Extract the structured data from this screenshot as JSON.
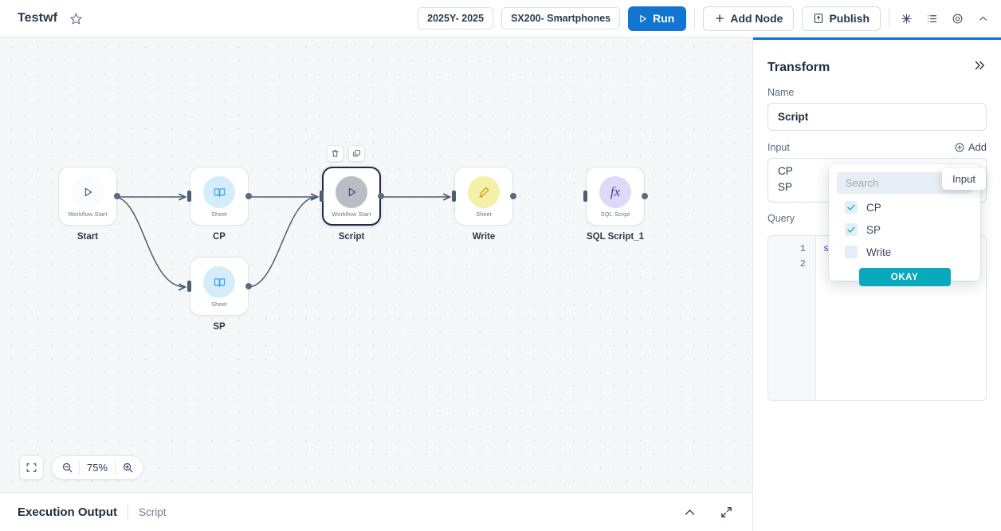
{
  "topbar": {
    "workflow_title": "Testwf",
    "star_icon": "star-outline-icon",
    "period_pill": "2025Y- 2025",
    "scenario_pill": "SX200- Smartphones",
    "run_label": "Run",
    "run_icon": "play-icon",
    "add_node_label": "Add Node",
    "add_node_icon": "plus-icon",
    "publish_label": "Publish",
    "publish_icon": "publish-icon",
    "icons": [
      "snowflake-icon",
      "list-icon",
      "eye-icon",
      "chevron-up-icon"
    ],
    "accent_color": "#1275d1"
  },
  "canvas": {
    "nodes": [
      {
        "id": "start",
        "type_label": "Workflow Start",
        "label": "Start",
        "icon": "play-icon",
        "circle_color": "#fafbfc",
        "selected": false
      },
      {
        "id": "cp",
        "type_label": "Sheet",
        "label": "CP",
        "icon": "book-icon",
        "circle_color": "#d5ecfb",
        "selected": false
      },
      {
        "id": "sp",
        "type_label": "Sheet",
        "label": "SP",
        "icon": "book-icon",
        "circle_color": "#d5ecfb",
        "selected": false
      },
      {
        "id": "script",
        "type_label": "Workflow Start",
        "label": "Script",
        "icon": "play-icon",
        "circle_color": "#b9bdc4",
        "selected": true
      },
      {
        "id": "write",
        "type_label": "Sheet",
        "label": "Write",
        "icon": "write-icon",
        "circle_color": "#f5f0a8",
        "selected": false
      },
      {
        "id": "sqlscript",
        "type_label": "SQL Script",
        "label": "SQL Script_1",
        "icon": "fx-icon",
        "circle_color": "#ded9f7",
        "selected": false
      }
    ],
    "node_tools": [
      "delete-icon",
      "duplicate-icon"
    ],
    "zoom": {
      "fit_icon": "fit-screen-icon",
      "zoom_out_icon": "zoom-out-icon",
      "level": "75%",
      "zoom_in_icon": "zoom-in-icon"
    }
  },
  "panel": {
    "title": "Transform",
    "collapse_icon": "chevron-double-right-icon",
    "name_label": "Name",
    "name_value": "Script",
    "input_label": "Input",
    "add_label": "Add",
    "add_icon": "plus-circle-icon",
    "input_values": [
      "CP",
      "SP"
    ],
    "query_label": "Query",
    "query_lines": [
      "1",
      "2"
    ],
    "query_code_keyword": "se",
    "query_code_rest": "s"
  },
  "dropdown": {
    "search_placeholder": "Search",
    "tooltip": "Input",
    "items": [
      {
        "label": "CP",
        "checked": true
      },
      {
        "label": "SP",
        "checked": true
      },
      {
        "label": "Write",
        "checked": false
      }
    ],
    "okay_label": "OKAY",
    "accent_color": "#09a8bd"
  },
  "bottombar": {
    "title": "Execution Output",
    "subtitle": "Script",
    "collapse_icon": "chevron-up-icon",
    "expand_icon": "expand-diagonal-icon"
  }
}
